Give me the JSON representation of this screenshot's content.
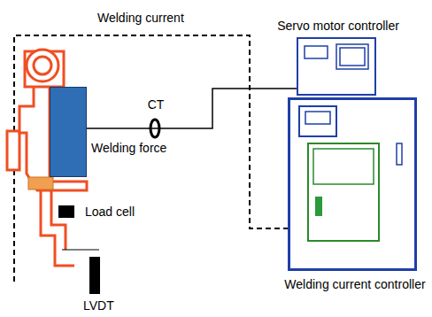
{
  "diagram": {
    "nodes": [
      {
        "text": [
          "Servo motor controller"
        ]
      },
      {
        "text": [
          "Welding current controller"
        ]
      },
      {
        "text": [
          "Welding force"
        ]
      }
    ],
    "edges": [
      {
        "from": 2,
        "to": 0,
        "arrow": "none",
        "label": "CT"
      }
    ],
    "labels": [
      "Welding current",
      "Load cell",
      "LVDT"
    ]
  }
}
